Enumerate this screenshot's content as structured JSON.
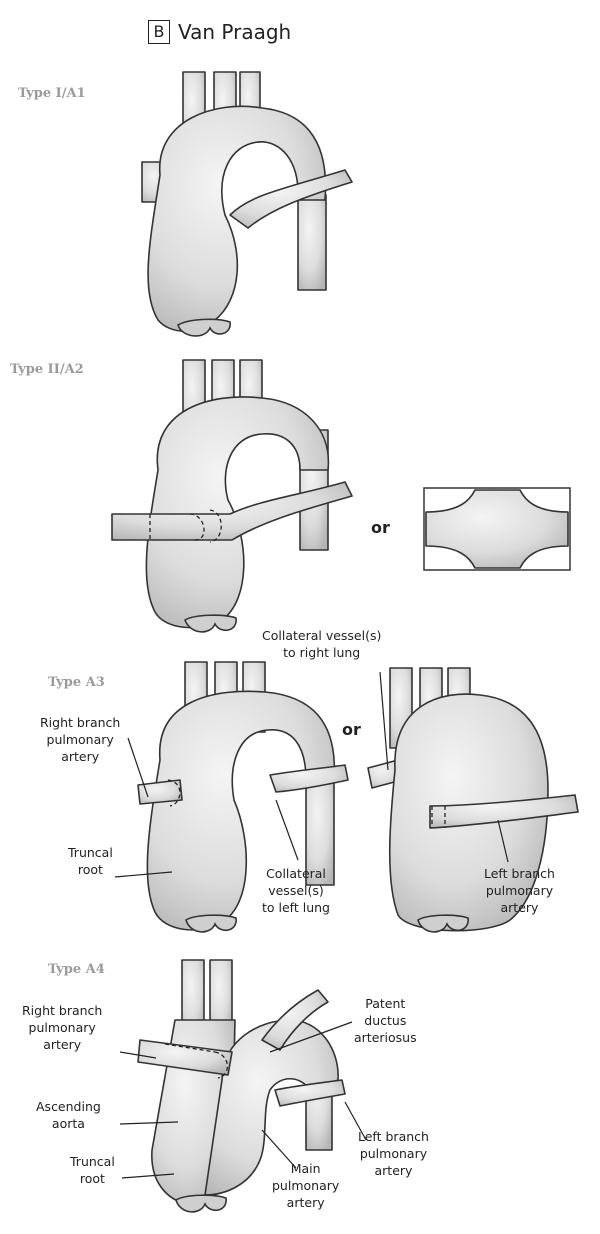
{
  "heading": {
    "box": "B",
    "title": "Van Praagh"
  },
  "types": {
    "a1": "Type I/A1",
    "a2": "Type II/A2",
    "a3": "Type A3",
    "a4": "Type A4"
  },
  "or_a2": "or",
  "or_a3": "or",
  "a3_labels": {
    "collateral_right": [
      "Collateral vessel(s)",
      "to right lung"
    ],
    "rpa": [
      "Right branch",
      "pulmonary",
      "artery"
    ],
    "truncal_root": [
      "Truncal",
      "root"
    ],
    "collateral_left": [
      "Collateral",
      "vessel(s)",
      "to left lung"
    ],
    "lpa": [
      "Left branch",
      "pulmonary",
      "artery"
    ]
  },
  "a4_labels": {
    "rpa": [
      "Right branch",
      "pulmonary",
      "artery"
    ],
    "pda": [
      "Patent",
      "ductus",
      "arteriosus"
    ],
    "ascending_aorta": [
      "Ascending",
      "aorta"
    ],
    "lpa": [
      "Left branch",
      "pulmonary",
      "artery"
    ],
    "truncal_root": [
      "Truncal",
      "root"
    ],
    "mpa": [
      "Main",
      "pulmonary",
      "artery"
    ]
  },
  "colors": {
    "vessel_light": "#ececec",
    "vessel_dark": "#b5b5b5",
    "outline": "#333333",
    "type_label": "#9a9a9a"
  }
}
